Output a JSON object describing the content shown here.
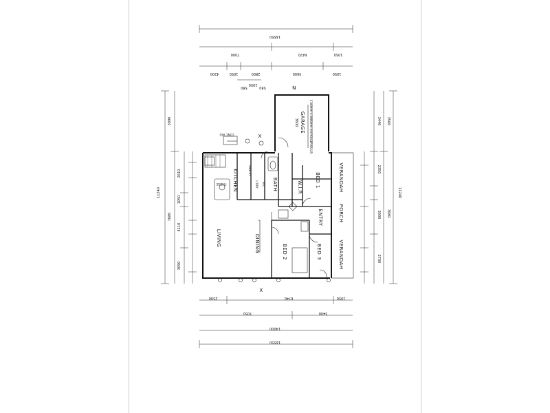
{
  "plan": {
    "rooms": {
      "garage": "GARAGE",
      "garage_size": "3600",
      "roller_door": "5700mm x 2800mm (H) ROLLER DOOR",
      "kitchen": "KITCHEN",
      "pantry": "PANTRY",
      "bath": "BATH",
      "ldry": "L'DRY",
      "wc": "W.C",
      "wir": "W.I.R",
      "bed1": "BED 1",
      "verandah_top": "VERANDAH",
      "porch": "PORCH",
      "entry": "ENTRY",
      "living": "LIVING",
      "dining": "DINING",
      "bed2": "BED 2",
      "bed3": "BED 3",
      "verandah_bottom": "VERANDAH",
      "conc_pad": "CONC PAD",
      "fridge": "FRIDGE"
    },
    "top_dims": {
      "overall": "16550",
      "row2": [
        "7000",
        "6470",
        "1050"
      ],
      "row3": [
        "4200",
        "1050",
        "2800",
        "3600",
        "1050"
      ],
      "row4": [
        "580",
        "1050",
        "580"
      ]
    },
    "bottom_dims": {
      "row1": [
        "2500",
        "6740",
        "1050"
      ],
      "row2": [
        "7050",
        "5400"
      ],
      "row3": [
        "14000"
      ],
      "row4": [
        "16550"
      ]
    },
    "left_dims": {
      "overall": "11240",
      "outer": [
        "3090",
        "7680"
      ],
      "inner": [
        "2610",
        "1050",
        "4110",
        "3090"
      ]
    },
    "right_dims": {
      "overall": "11240",
      "outer": [
        "3560",
        "7680"
      ],
      "inner": [
        "3440",
        "2350",
        "3000",
        "2700"
      ]
    },
    "markers": {
      "north": "N",
      "x_top": "X",
      "x_bottom": "X"
    }
  }
}
